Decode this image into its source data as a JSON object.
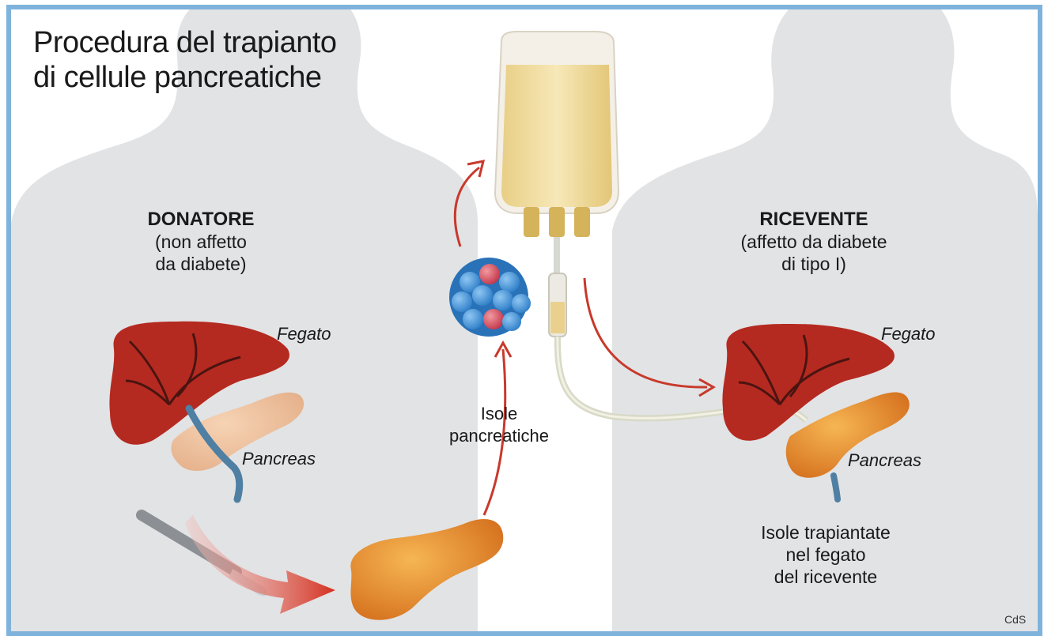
{
  "title_line1": "Procedura del trapianto",
  "title_line2": "di cellule pancreatiche",
  "donor": {
    "heading": "DONATORE",
    "sub_line1": "(non affetto",
    "sub_line2": "da diabete)",
    "liver_label": "Fegato",
    "pancreas_label": "Pancreas"
  },
  "recipient": {
    "heading": "RICEVENTE",
    "sub_line1": "(affetto da diabete",
    "sub_line2": "di tipo I)",
    "liver_label": "Fegato",
    "pancreas_label": "Pancreas",
    "note_line1": "Isole trapiantate",
    "note_line2": "nel fegato",
    "note_line3": "del ricevente"
  },
  "islets": {
    "line1": "Isole",
    "line2": "pancreatiche"
  },
  "credit": "CdS",
  "colors": {
    "frame": "#7fb3dc",
    "silhouette": "#e1e3e5",
    "arrow": "#c8392b",
    "liver": "#b52a20",
    "pancreas": "#e8902e",
    "bag_fluid": "#f2dfa3"
  }
}
